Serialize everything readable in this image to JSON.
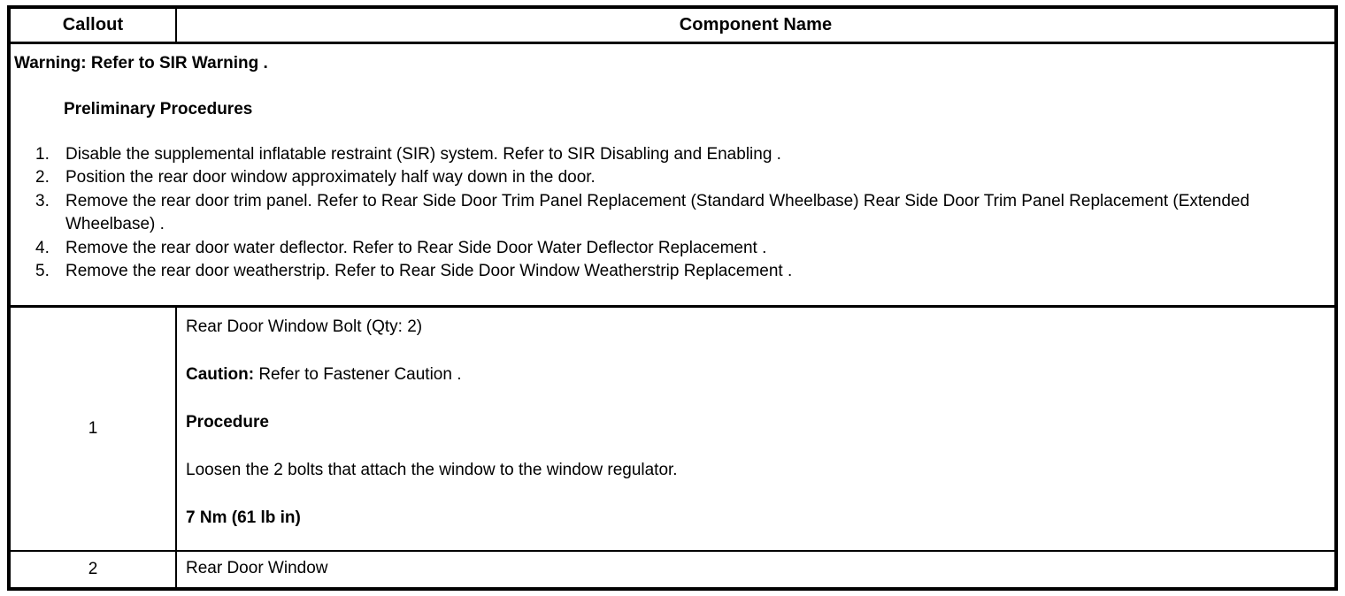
{
  "table": {
    "headers": {
      "callout": "Callout",
      "component_name": "Component Name"
    },
    "preliminary": {
      "warning": "Warning: Refer to SIR Warning .",
      "heading": "Preliminary Procedures",
      "steps": [
        "Disable the supplemental inflatable restraint (SIR) system. Refer to SIR Disabling and Enabling .",
        "Position the rear door window approximately half way down in the door.",
        "Remove the rear door trim panel. Refer to Rear Side Door Trim Panel Replacement (Standard Wheelbase) Rear Side Door Trim Panel Replacement (Extended Wheelbase) .",
        "Remove the rear door water deflector. Refer to Rear Side Door Water Deflector Replacement .",
        "Remove the rear door weatherstrip. Refer to Rear Side Door Window Weatherstrip Replacement ."
      ]
    },
    "rows": [
      {
        "callout": "1",
        "component": "Rear Door Window Bolt (Qty: 2)",
        "caution_label": "Caution:",
        "caution_text": " Refer to Fastener Caution .",
        "procedure_heading": "Procedure",
        "procedure_text": "Loosen the 2 bolts that attach the window to the window regulator.",
        "torque": "7 Nm (61 lb in)"
      },
      {
        "callout": "2",
        "component": "Rear Door Window"
      }
    ]
  }
}
